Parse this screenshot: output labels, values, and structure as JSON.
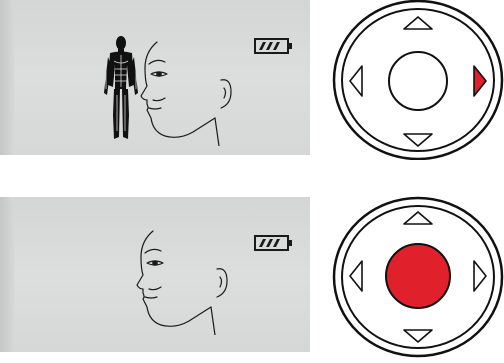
{
  "screens": [
    {
      "id": "full-body-mode",
      "icons": [
        "human-figure-icon",
        "face-profile-icon",
        "battery-icon"
      ],
      "battery_level": 0.75
    },
    {
      "id": "face-only-mode",
      "icons": [
        "face-profile-icon",
        "battery-icon"
      ],
      "battery_level": 0.75
    }
  ],
  "navigation_pads": [
    {
      "id": "pad-right-pressed",
      "highlighted": "right-arrow",
      "highlight_color": "#e0202a",
      "center_filled": false
    },
    {
      "id": "pad-center-pressed",
      "highlighted": "center-button",
      "highlight_color": "#e0202a",
      "center_filled": true
    }
  ]
}
